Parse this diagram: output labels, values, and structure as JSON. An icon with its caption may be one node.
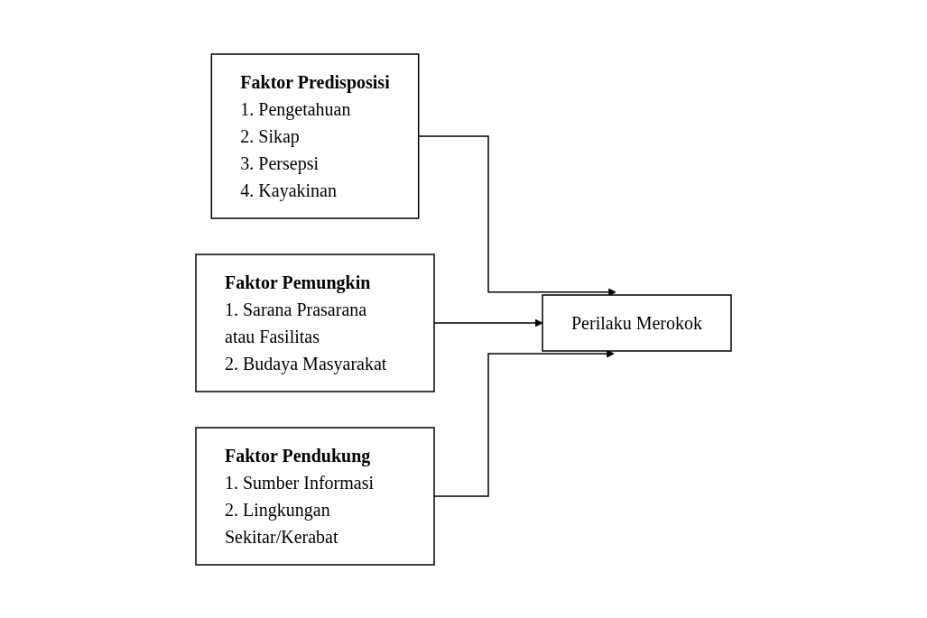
{
  "diagram": {
    "nodes": [
      {
        "text": [
          "Faktor Predisposisi",
          "1. Pengetahuan",
          "2. Sikap",
          "3. Persepsi",
          "4. Kayakinan"
        ]
      },
      {
        "text": [
          "Faktor Pemungkin",
          "1. Sarana Prasarana atau Fasilitas",
          "2. Budaya Masyarakat"
        ]
      },
      {
        "text": [
          "Faktor Pendukung",
          "1. Sumber Informasi",
          "2. Lingkungan Sekitar/Kerabat"
        ]
      },
      {
        "text": [
          "Perilaku Merokok"
        ]
      }
    ],
    "edges": [
      {
        "from": 0,
        "to": 3,
        "arrow": "to"
      },
      {
        "from": 1,
        "to": 3,
        "arrow": "to"
      },
      {
        "from": 2,
        "to": 3,
        "arrow": "to"
      }
    ]
  }
}
